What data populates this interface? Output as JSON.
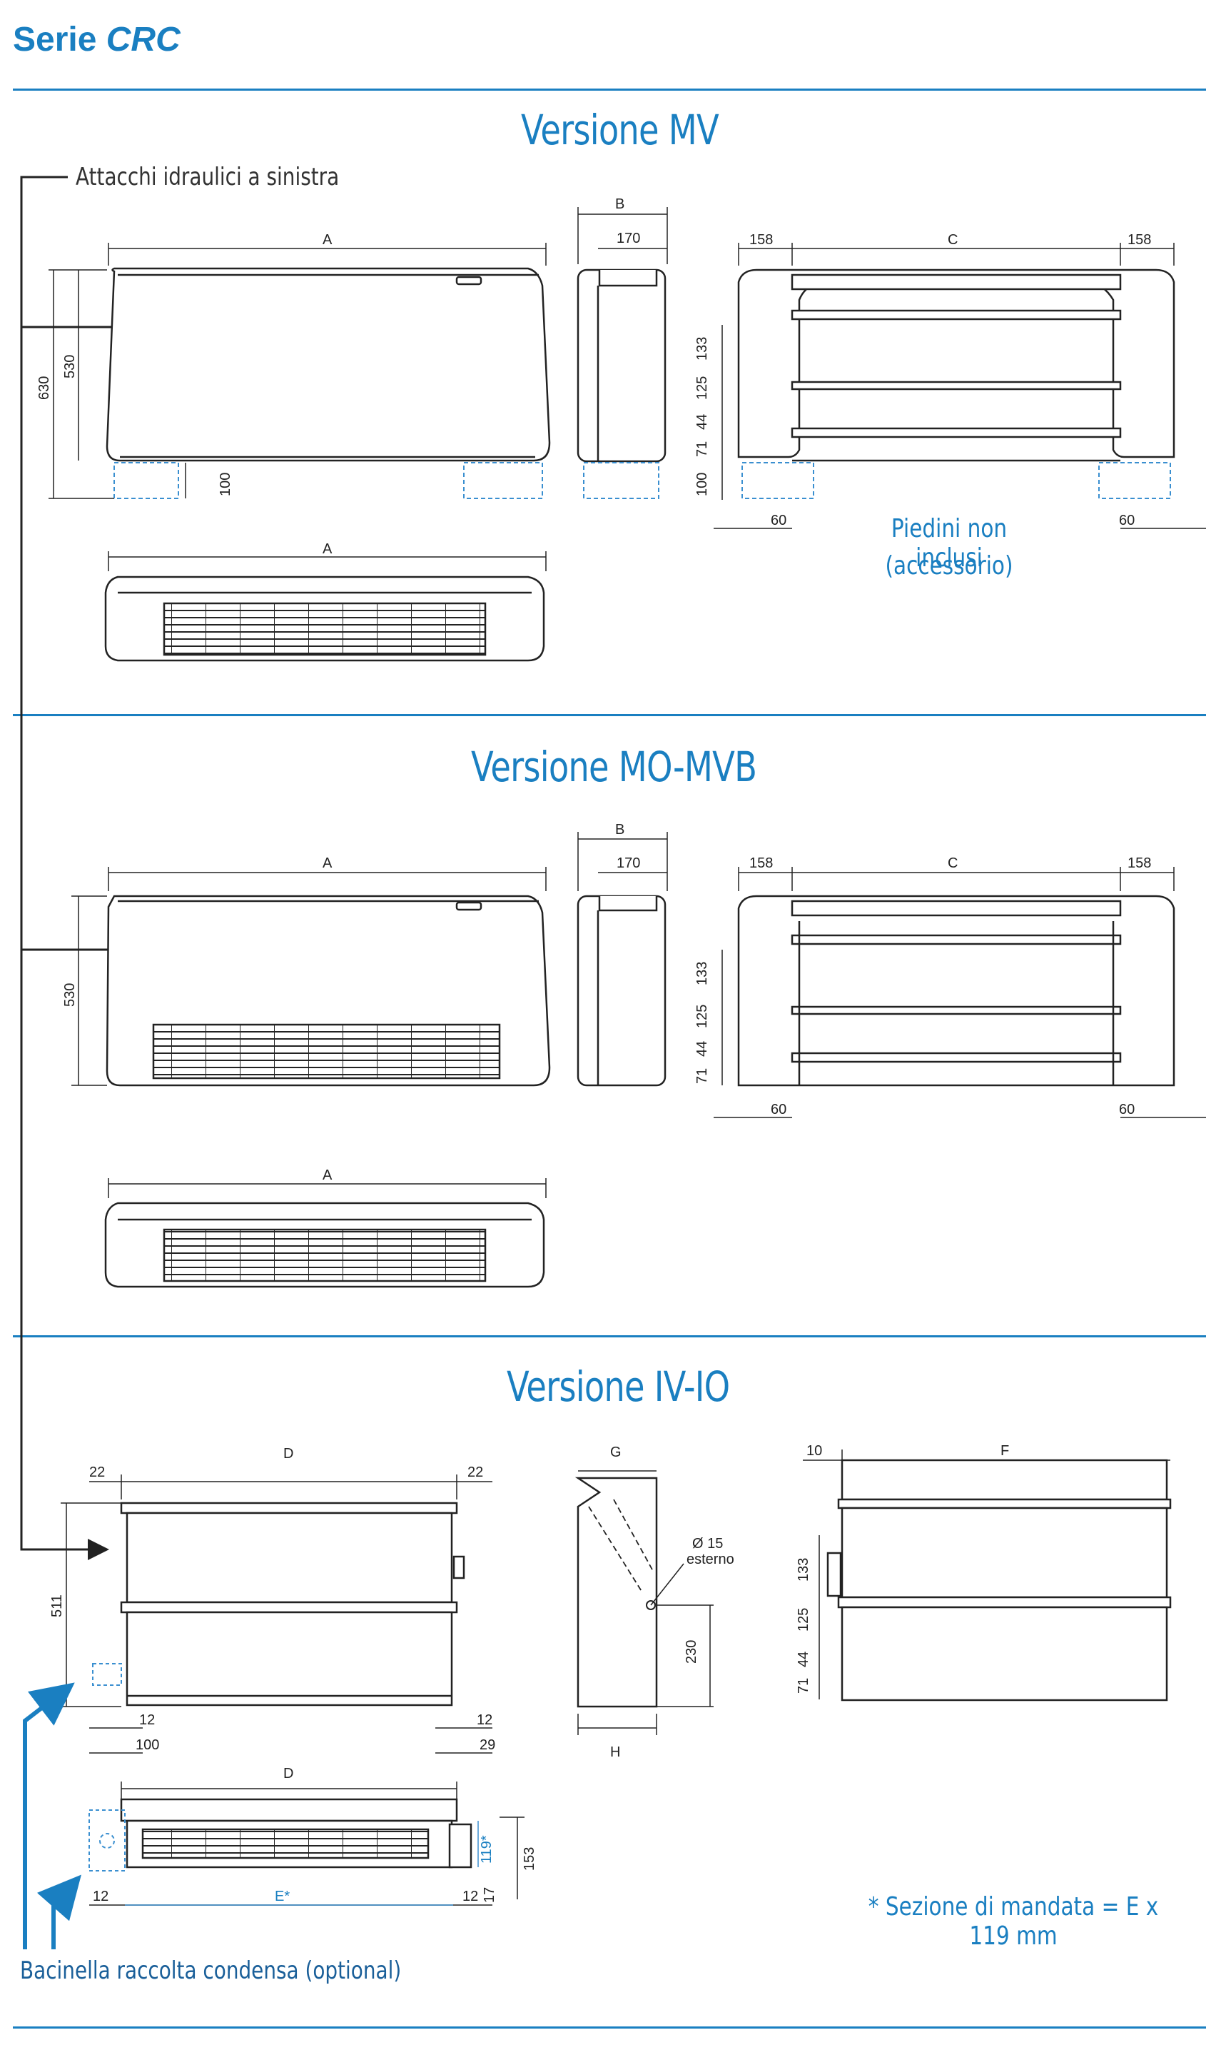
{
  "header": {
    "series_label": "Serie",
    "series_name": "CRC"
  },
  "sections": [
    {
      "title": "Versione MV"
    },
    {
      "title": "Versione MO-MVB"
    },
    {
      "title": "Versione IV-IO"
    }
  ],
  "notes": {
    "hydraulic_left": "Attacchi idraulici a sinistra",
    "feet_line1": "Piedini non inclusi",
    "feet_line2": "(accessorio)",
    "delivery_section": "* Sezione di mandata = E x 119 mm",
    "condensate_tray": "Bacinella raccolta condensa (optional)"
  },
  "dims": {
    "A": "A",
    "B": "B",
    "C": "C",
    "D": "D",
    "E": "E*",
    "F": "F",
    "G": "G",
    "H": "H",
    "d170": "170",
    "d158": "158",
    "d630": "630",
    "d530": "530",
    "d100": "100",
    "d133": "133",
    "d125": "125",
    "d71": "71",
    "d44": "44",
    "d60": "60",
    "d22": "22",
    "d511": "511",
    "d12": "12",
    "d29": "29",
    "d10": "10",
    "d230": "230",
    "d153": "153",
    "d119": "119*",
    "d17": "17",
    "pipe_d": "Ø 15",
    "pipe_ext": "esterno"
  },
  "colors": {
    "accent": "#1a7fc1",
    "line": "#222222",
    "dashed_blue": "#3a8fd0"
  }
}
